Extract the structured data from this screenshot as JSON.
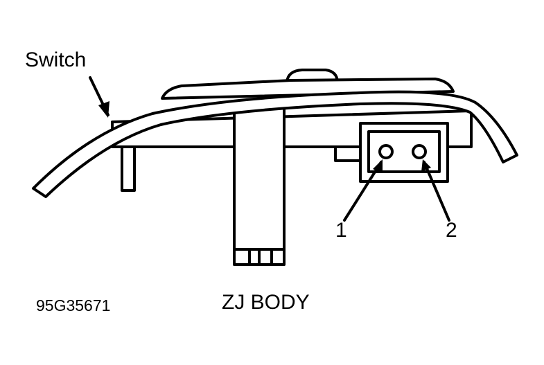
{
  "labels": {
    "switch": "Switch",
    "pin_1": "1",
    "pin_2": "2",
    "body_name": "ZJ BODY",
    "figure_code": "95G35671"
  },
  "colors": {
    "ink": "#000000",
    "background": "#ffffff"
  }
}
